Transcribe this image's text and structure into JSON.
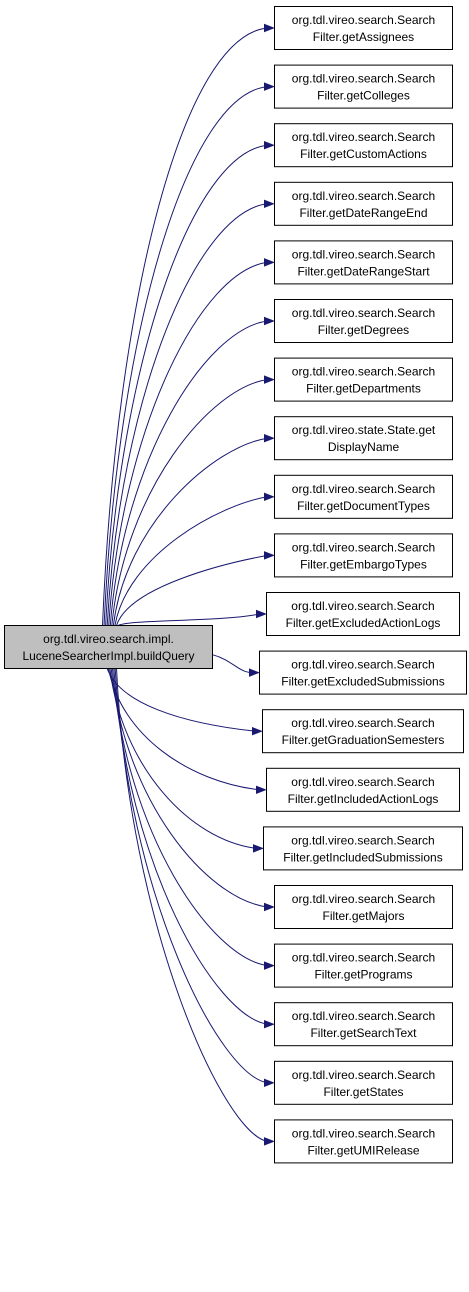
{
  "source": {
    "line1": "org.tdl.vireo.search.impl.",
    "line2": "LuceneSearcherImpl.buildQuery"
  },
  "targets": [
    {
      "line1": "org.tdl.vireo.search.Search",
      "line2": "Filter.getAssignees"
    },
    {
      "line1": "org.tdl.vireo.search.Search",
      "line2": "Filter.getColleges"
    },
    {
      "line1": "org.tdl.vireo.search.Search",
      "line2": "Filter.getCustomActions"
    },
    {
      "line1": "org.tdl.vireo.search.Search",
      "line2": "Filter.getDateRangeEnd"
    },
    {
      "line1": "org.tdl.vireo.search.Search",
      "line2": "Filter.getDateRangeStart"
    },
    {
      "line1": "org.tdl.vireo.search.Search",
      "line2": "Filter.getDegrees"
    },
    {
      "line1": "org.tdl.vireo.search.Search",
      "line2": "Filter.getDepartments"
    },
    {
      "line1": "org.tdl.vireo.state.State.get",
      "line2": "DisplayName"
    },
    {
      "line1": "org.tdl.vireo.search.Search",
      "line2": "Filter.getDocumentTypes"
    },
    {
      "line1": "org.tdl.vireo.search.Search",
      "line2": "Filter.getEmbargoTypes"
    },
    {
      "line1": "org.tdl.vireo.search.Search",
      "line2": "Filter.getExcludedActionLogs"
    },
    {
      "line1": "org.tdl.vireo.search.Search",
      "line2": "Filter.getExcludedSubmissions"
    },
    {
      "line1": "org.tdl.vireo.search.Search",
      "line2": "Filter.getGraduationSemesters"
    },
    {
      "line1": "org.tdl.vireo.search.Search",
      "line2": "Filter.getIncludedActionLogs"
    },
    {
      "line1": "org.tdl.vireo.search.Search",
      "line2": "Filter.getIncludedSubmissions"
    },
    {
      "line1": "org.tdl.vireo.search.Search",
      "line2": "Filter.getMajors"
    },
    {
      "line1": "org.tdl.vireo.search.Search",
      "line2": "Filter.getPrograms"
    },
    {
      "line1": "org.tdl.vireo.search.Search",
      "line2": "Filter.getSearchText"
    },
    {
      "line1": "org.tdl.vireo.search.Search",
      "line2": "Filter.getStates"
    },
    {
      "line1": "org.tdl.vireo.search.Search",
      "line2": "Filter.getUMIRelease"
    }
  ],
  "colors": {
    "edge": "#191970",
    "source_fill": "#bfbfbf",
    "node_border": "#000000",
    "background": "#ffffff"
  }
}
